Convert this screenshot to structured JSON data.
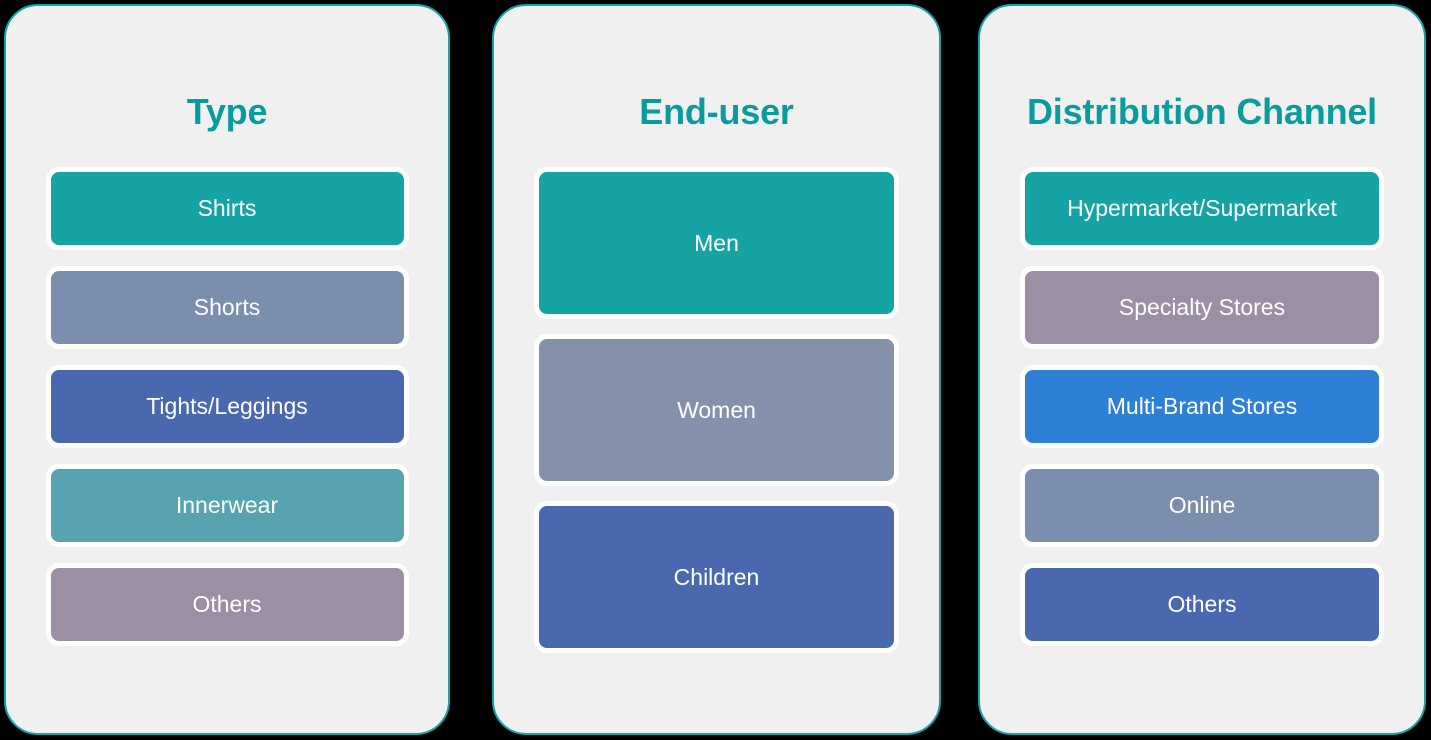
{
  "diagram": {
    "background_color": "#000000",
    "panel_background_color": "#F0F0F0",
    "panel_border_color": "#14A3A8",
    "title_color": "#0A9C9C",
    "bar_outline_color": "#FFFFFF",
    "bar_text_color": "#FFFFFF",
    "palette": {
      "teal": "#16A3A3",
      "slate_blue": "#7C8EAD",
      "royal_blue": "#4A68B0",
      "muted_teal": "#58A3B0",
      "mauve": "#9C8EA5",
      "bright_blue": "#2E7FD6"
    },
    "columns": [
      {
        "id": "type",
        "title": "Type",
        "items": [
          {
            "label": "Shirts",
            "color": "#16A3A3"
          },
          {
            "label": "Shorts",
            "color": "#7C8EAD"
          },
          {
            "label": "Tights/Leggings",
            "color": "#4A68B0"
          },
          {
            "label": "Innerwear",
            "color": "#58A3B0"
          },
          {
            "label": "Others",
            "color": "#9C8EA5"
          }
        ]
      },
      {
        "id": "end-user",
        "title": "End-user",
        "items": [
          {
            "label": "Men",
            "color": "#16A3A3"
          },
          {
            "label": "Women",
            "color": "#8391AB"
          },
          {
            "label": "Children",
            "color": "#4A68B0"
          }
        ]
      },
      {
        "id": "distribution-channel",
        "title": "Distribution Channel",
        "items": [
          {
            "label": "Hypermarket/Supermarket",
            "color": "#16A3A3"
          },
          {
            "label": "Specialty Stores",
            "color": "#9C8EA5"
          },
          {
            "label": "Multi-Brand Stores",
            "color": "#2E7FD6"
          },
          {
            "label": "Online",
            "color": "#7C8EAD"
          },
          {
            "label": "Others",
            "color": "#4A68B0"
          }
        ]
      }
    ]
  }
}
